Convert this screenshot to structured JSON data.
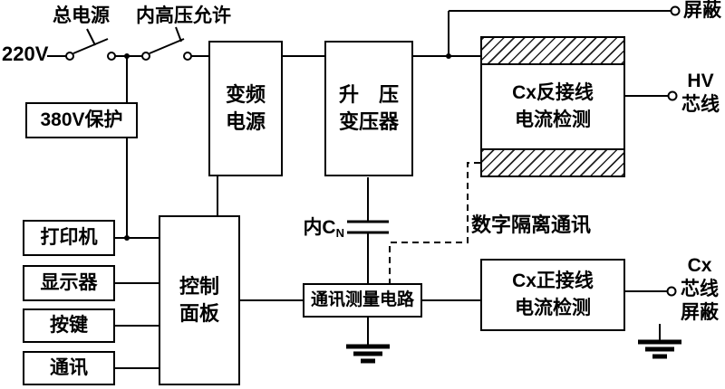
{
  "labels": {
    "main_power_switch": "总电源",
    "hv_permit_switch": "内高压允许",
    "input_voltage": "220V",
    "shield_top": "屏蔽",
    "hv": "HV",
    "hv_core": "芯线",
    "cn_prefix": "内C",
    "cn_sub": "N",
    "digital_isolation": "数字隔离通讯",
    "cx": "Cx",
    "cx_core": "芯线",
    "cx_shield": "屏蔽"
  },
  "blocks": {
    "protection_380v": {
      "label": "380V保护"
    },
    "vfd_power": {
      "line1": "变频",
      "line2": "电源"
    },
    "step_up_transformer": {
      "line1": "升　压",
      "line2": "变压器"
    },
    "cx_reverse_detection": {
      "line1": "Cx反接线",
      "line2": "电流检测"
    },
    "printer": {
      "label": "打印机"
    },
    "display": {
      "label": "显示器"
    },
    "keys": {
      "label": "按键"
    },
    "comm": {
      "label": "通讯"
    },
    "control_panel": {
      "line1": "控制",
      "line2": "面板"
    },
    "comm_measure_circuit": {
      "label": "通讯测量电路"
    },
    "cx_forward_detection": {
      "line1": "Cx正接线",
      "line2": "电流检测"
    }
  },
  "colors": {
    "line": "#000000",
    "background": "#ffffff"
  }
}
